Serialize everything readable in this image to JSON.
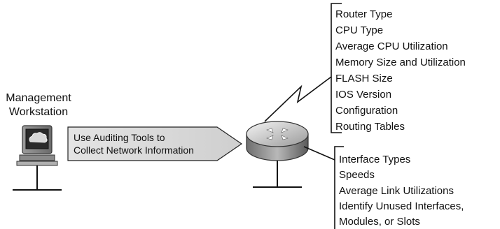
{
  "workstation": {
    "label_line1": "Management",
    "label_line2": "Workstation"
  },
  "arrow": {
    "line1": "Use Auditing Tools to",
    "line2": "Collect Network Information"
  },
  "router_info": {
    "items": [
      "Router Type",
      "CPU Type",
      "Average CPU Utilization",
      "Memory Size and Utilization",
      "FLASH Size",
      "IOS Version",
      "Configuration",
      "Routing Tables"
    ]
  },
  "interface_info": {
    "items": [
      "Interface Types",
      "Speeds",
      "Average Link Utilizations",
      "Identify Unused Interfaces,",
      "Modules, or Slots"
    ]
  }
}
